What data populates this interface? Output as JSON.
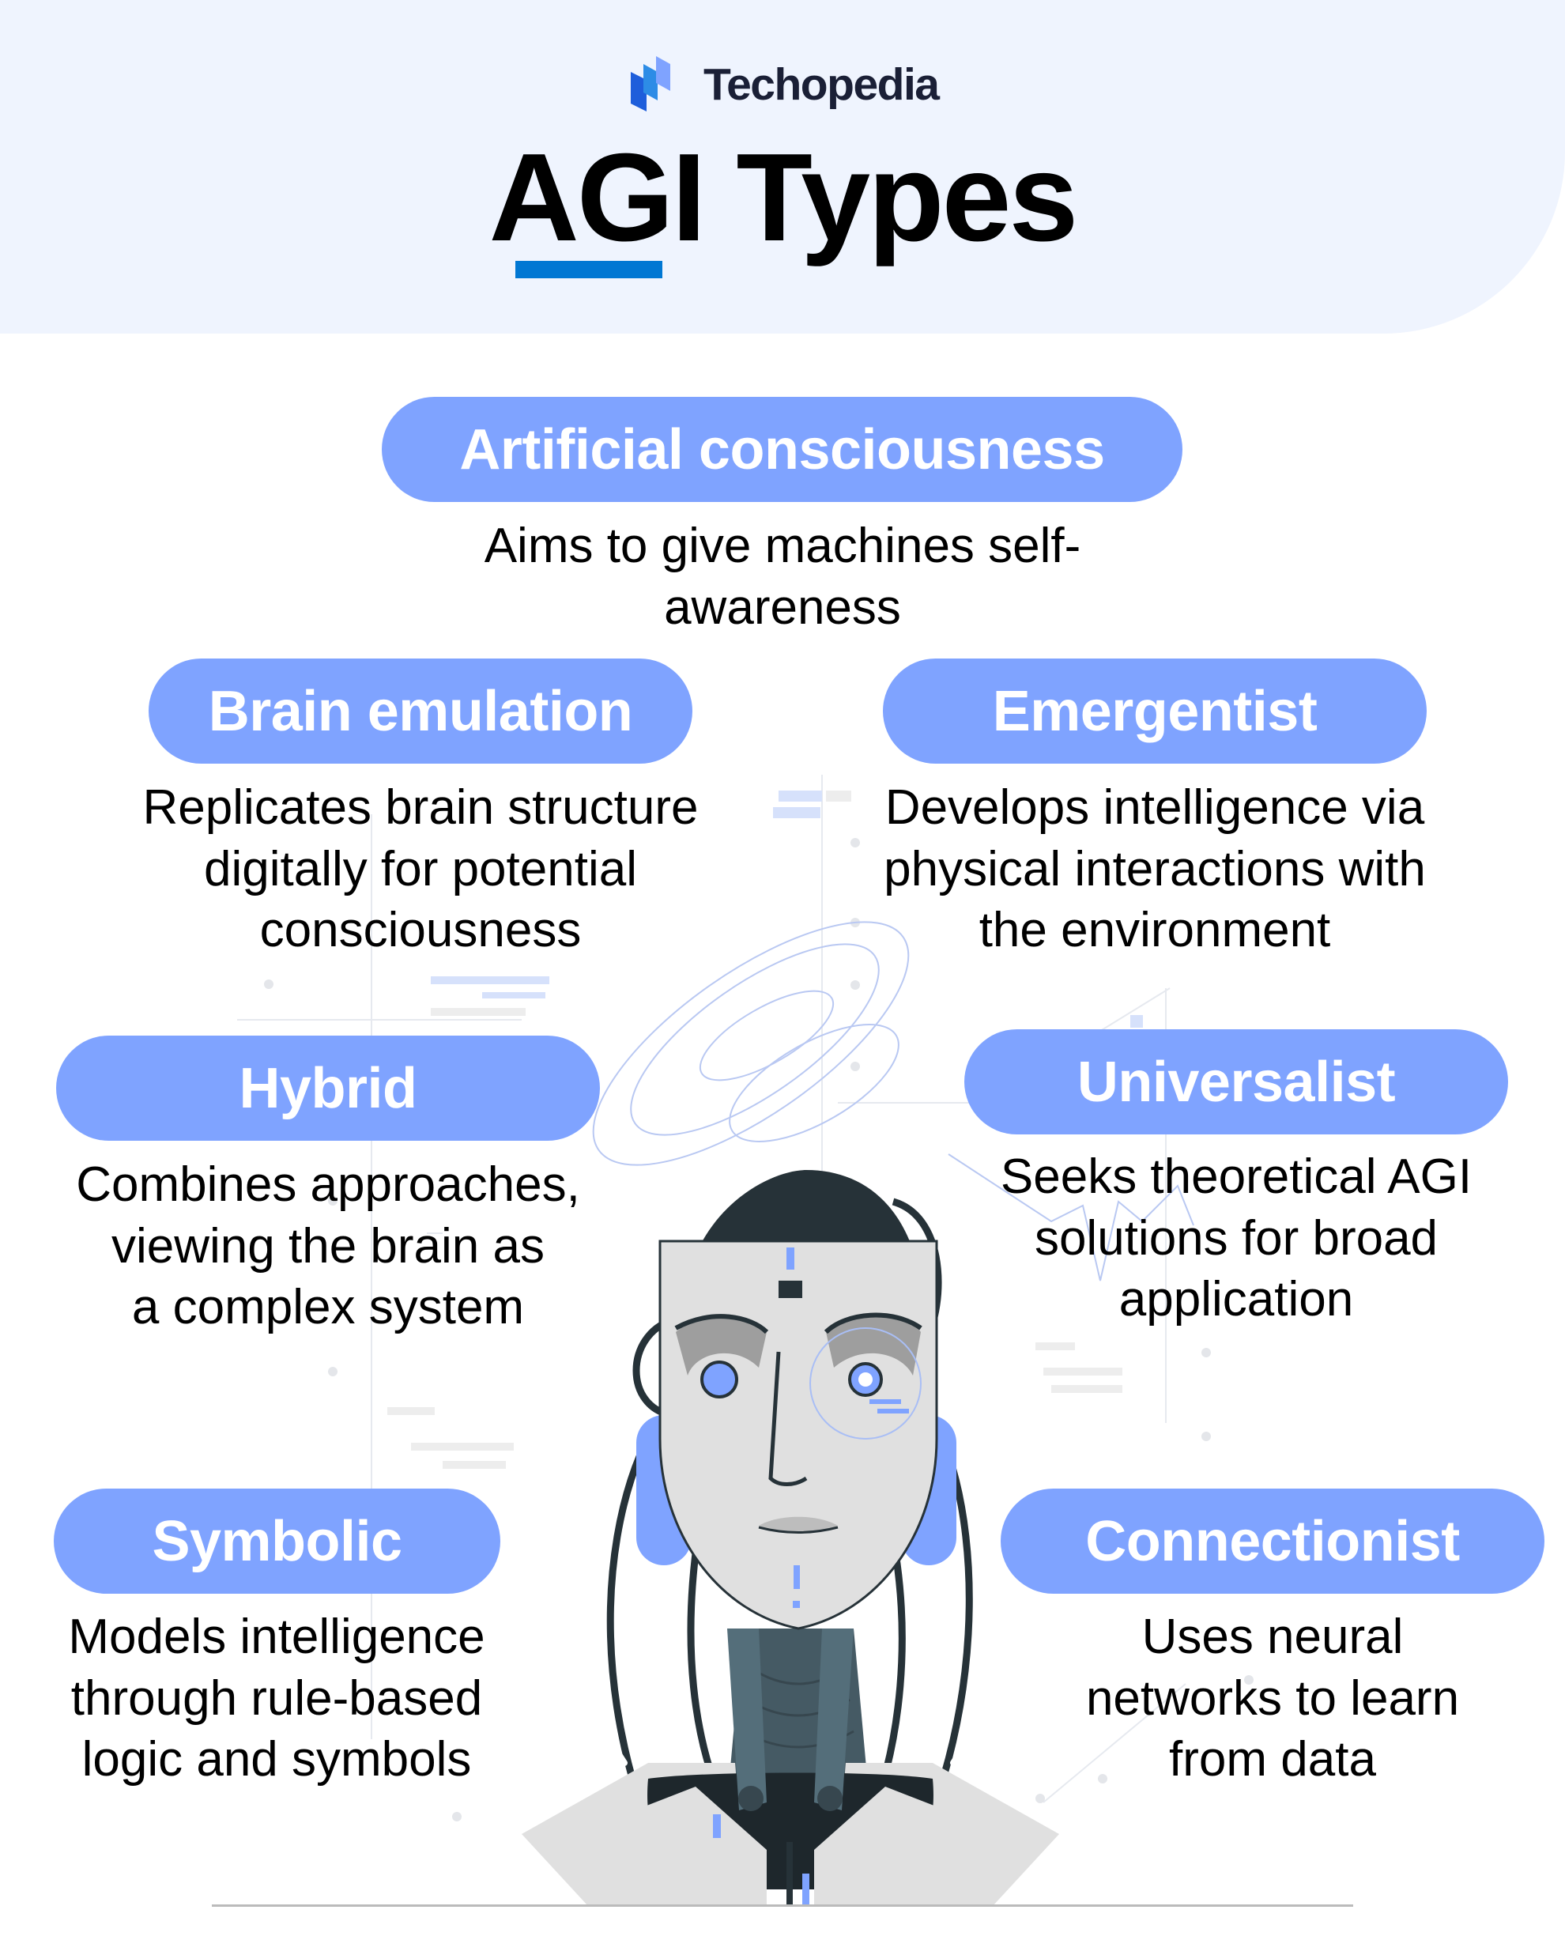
{
  "brand": {
    "logo_icon": "techopedia-logo-icon",
    "name": "Techopedia"
  },
  "header": {
    "title": "AGI Types",
    "underline_color": "#0077D3",
    "band_color": "#EFF4FE"
  },
  "colors": {
    "pill": "#7FA3FF",
    "pill_text": "#FFFFFF",
    "body_text": "#000000",
    "robot_accent": "#7FA3FF",
    "robot_dark": "#263238",
    "robot_light": "#E0E0E0"
  },
  "types": [
    {
      "id": "artificial-consciousness",
      "label": "Artificial consciousness",
      "description": [
        "Aims to give machines self-",
        "awareness"
      ]
    },
    {
      "id": "brain-emulation",
      "label": "Brain emulation",
      "description": [
        "Replicates brain structure",
        "digitally for potential",
        "consciousness"
      ]
    },
    {
      "id": "emergentist",
      "label": "Emergentist",
      "description": [
        "Develops intelligence via",
        "physical interactions with",
        "the environment"
      ]
    },
    {
      "id": "hybrid",
      "label": "Hybrid",
      "description": [
        "Combines approaches,",
        "viewing the brain as",
        "a complex system"
      ]
    },
    {
      "id": "universalist",
      "label": "Universalist",
      "description": [
        "Seeks theoretical AGI",
        "solutions for broad",
        "application"
      ]
    },
    {
      "id": "symbolic",
      "label": "Symbolic",
      "description": [
        "Models intelligence",
        "through rule-based",
        "logic and symbols"
      ]
    },
    {
      "id": "connectionist",
      "label": "Connectionist",
      "description": [
        "Uses neural",
        "networks to learn",
        "from data"
      ]
    }
  ],
  "illustration": {
    "icon": "robot-bust-icon"
  }
}
